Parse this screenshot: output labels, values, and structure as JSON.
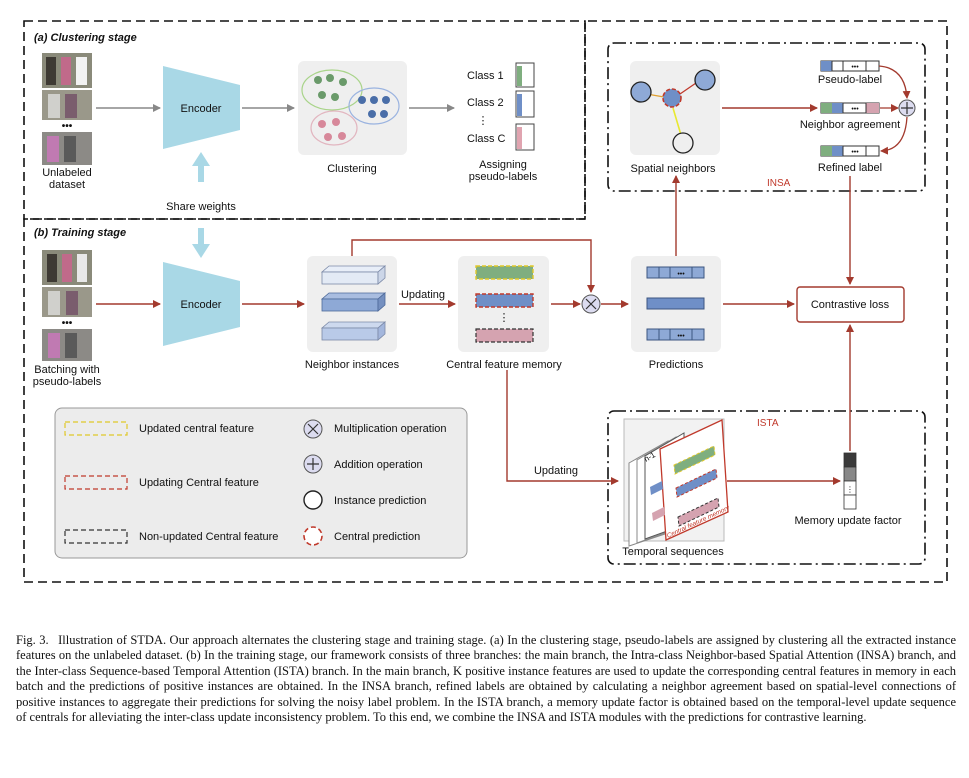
{
  "stages": {
    "clustering": "(a) Clustering stage",
    "training": "(b) Training stage"
  },
  "clustering": {
    "unlabeled_dataset": [
      "Unlabeled",
      "dataset"
    ],
    "encoder": "Encoder",
    "clustering_label": "Clustering",
    "classes": [
      "Class 1",
      "Class 2",
      "⋮",
      "Class C"
    ],
    "assigning": [
      "Assigning",
      "pseudo-labels"
    ],
    "class_colors": [
      "#7fae7f",
      "#6f8fc7",
      "#c98a98"
    ]
  },
  "share_weights": "Share weights",
  "training": {
    "batching": [
      "Batching with",
      "pseudo-labels"
    ],
    "encoder": "Encoder",
    "neighbor_instances": "Neighbor instances",
    "updating_1": "Updating",
    "central_memory": "Central feature memory",
    "predictions": "Predictions",
    "contrastive_loss": "Contrastive loss",
    "updating_2": "Updating",
    "dots": "•••",
    "vdots": "⋮"
  },
  "insa": {
    "tag": "INSA",
    "spatial_neighbors": "Spatial neighbors",
    "pseudo_label": "Pseudo-label",
    "neighbor_agreement": "Neighbor agreement",
    "refined_label": "Refined label"
  },
  "ista": {
    "tag": "ISTA",
    "temporal_sequences": "Temporal sequences",
    "memory_update_factor": "Memory update factor",
    "seq_label": "n-1",
    "card_text": "Central feature memory",
    "bar_marker": "⋮"
  },
  "legend": {
    "updated_central": "Updated central feature",
    "updating_central": "Updating Central feature",
    "non_updated_central": "Non-updated Central feature",
    "multiplication": "Multiplication operation",
    "addition": "Addition operation",
    "instance_prediction": "Instance prediction",
    "central_prediction": "Central prediction"
  },
  "colors": {
    "encoder": "#a9d8e6",
    "arrow": "#a33a2e",
    "green": "#7fae7f",
    "blue": "#6f8fc7",
    "pink": "#c98a98",
    "yellow": "#e8d548",
    "panel": "#efefef"
  },
  "caption": {
    "label": "Fig. 3.",
    "text": "Illustration of STDA. Our approach alternates the clustering stage and training stage. (a) In the clustering stage, pseudo-labels are assigned by clustering all the extracted instance features on the unlabeled dataset. (b) In the training stage, our framework consists of three branches: the main branch, the Intra-class Neighbor-based Spatial Attention (INSA) branch, and the Inter-class Sequence-based Temporal Attention (ISTA) branch. In the main branch, K positive instance features are used to update the corresponding central features in memory in each batch and the predictions of positive instances are obtained. In the INSA branch, refined labels are obtained by calculating a neighbor agreement based on spatial-level connections of positive instances to aggregate their predictions for solving the noisy label problem. In the ISTA branch, a memory update factor is obtained based on the temporal-level update sequence of centrals for alleviating the inter-class update inconsistency problem. To this end, we combine the INSA and ISTA modules with the predictions for contrastive learning."
  }
}
